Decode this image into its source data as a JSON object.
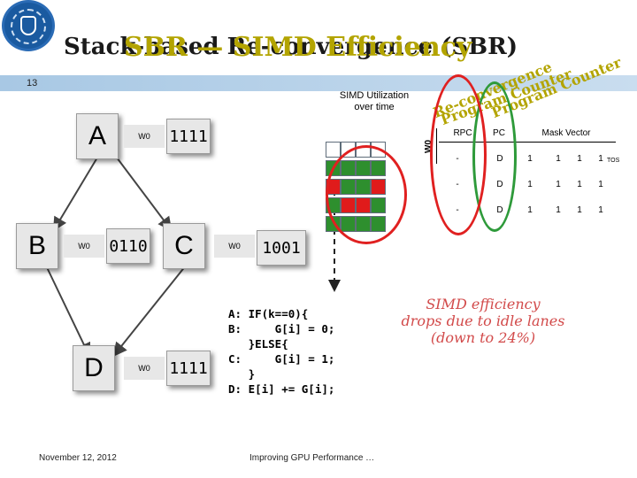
{
  "header": {
    "title_back": "Stack-based Re-convergence (SBR)",
    "title_front": "SBR — SIMD Efficiency",
    "slide_number": "13"
  },
  "overlay_words": {
    "reconvergence": "Re-convergence",
    "program_counter_1": "Program Counter",
    "program_counter_2": "Program Counter"
  },
  "flow": {
    "nodes": [
      {
        "id": "A",
        "label": "A",
        "warp": "W0",
        "mask": "1111"
      },
      {
        "id": "B",
        "label": "B",
        "warp": "W0",
        "mask": "0110"
      },
      {
        "id": "C",
        "label": "C",
        "warp": "W0",
        "mask": "1001"
      },
      {
        "id": "D",
        "label": "D",
        "warp": "W0",
        "mask": "1111"
      }
    ]
  },
  "utilization": {
    "title": "SIMD Utilization over time",
    "warp_label": "W0",
    "colors": {
      "active": "#2e8f2e",
      "idle": "#e01b1b",
      "empty": "#ffffff"
    },
    "rows": [
      [
        "empty",
        "empty",
        "empty",
        "empty"
      ],
      [
        "active",
        "active",
        "active",
        "active"
      ],
      [
        "idle",
        "active",
        "active",
        "idle"
      ],
      [
        "active",
        "idle",
        "idle",
        "active"
      ],
      [
        "active",
        "active",
        "active",
        "active"
      ]
    ]
  },
  "code": {
    "lines": [
      "A: IF(k==0){",
      "B:     G[i] = 0;",
      "   }ELSE{",
      "C:     G[i] = 1;",
      "   }",
      "D: E[i] += G[i];"
    ]
  },
  "efficiency_note": {
    "line1": "SIMD efficiency",
    "line2": "drops due to idle lanes",
    "line3": "(down to 24%)"
  },
  "stack_table": {
    "headers": [
      "RPC",
      "PC",
      "Mask Vector"
    ],
    "rows": [
      [
        "-",
        "D",
        "1",
        "1",
        "1",
        "1"
      ],
      [
        "-",
        "D",
        "1",
        "1",
        "1",
        "1"
      ],
      [
        "-",
        "D",
        "1",
        "1",
        "1",
        "1"
      ]
    ],
    "tos": "TOS"
  },
  "footer": {
    "date": "November 12, 2012",
    "title": "Improving GPU Performance …"
  }
}
